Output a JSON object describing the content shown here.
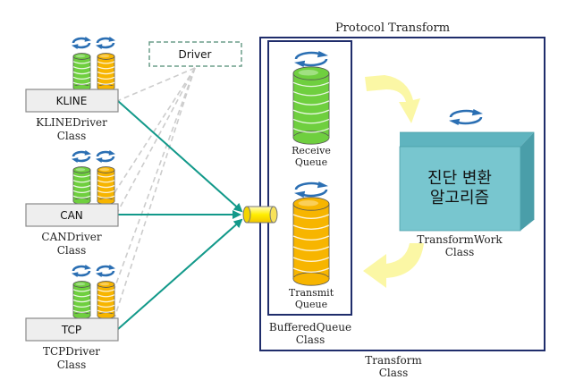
{
  "title": "Protocol Transform",
  "driver_note": "Driver",
  "drivers": [
    {
      "label": "KLINE",
      "caption_line1": "KLINEDriver",
      "caption_line2": "Class"
    },
    {
      "label": "CAN",
      "caption_line1": "CANDriver",
      "caption_line2": "Class"
    },
    {
      "label": "TCP",
      "caption_line1": "TCPDriver",
      "caption_line2": "Class"
    }
  ],
  "receive_queue": {
    "line1": "Receive",
    "line2": "Queue"
  },
  "transmit_queue": {
    "line1": "Transmit",
    "line2": "Queue"
  },
  "buffered_queue": {
    "line1": "BufferedQueue",
    "line2": "Class"
  },
  "transform_work": {
    "line1": "TransformWork",
    "line2": "Class",
    "body_line1": "진단 변환",
    "body_line2": "알고리즘"
  },
  "transform_class": {
    "line1": "Transform",
    "line2": "Class"
  },
  "colors": {
    "frame": "#1f2d6b",
    "arrow_teal": "#12998a",
    "dashed_gray": "#cccccc",
    "driver_box_fill": "#eeeeee",
    "driver_box_stroke": "#8a8a8a",
    "green_disk": "#6fcf3f",
    "orange_disk": "#f7b500",
    "cube_front": "#78c6cf",
    "cube_top": "#5fb4bf",
    "cube_side": "#4a9ea9",
    "yellow_arrow": "#fbf7a0",
    "cycle_blue": "#2b6fb3",
    "dashed_note": "#6b9e8a"
  }
}
